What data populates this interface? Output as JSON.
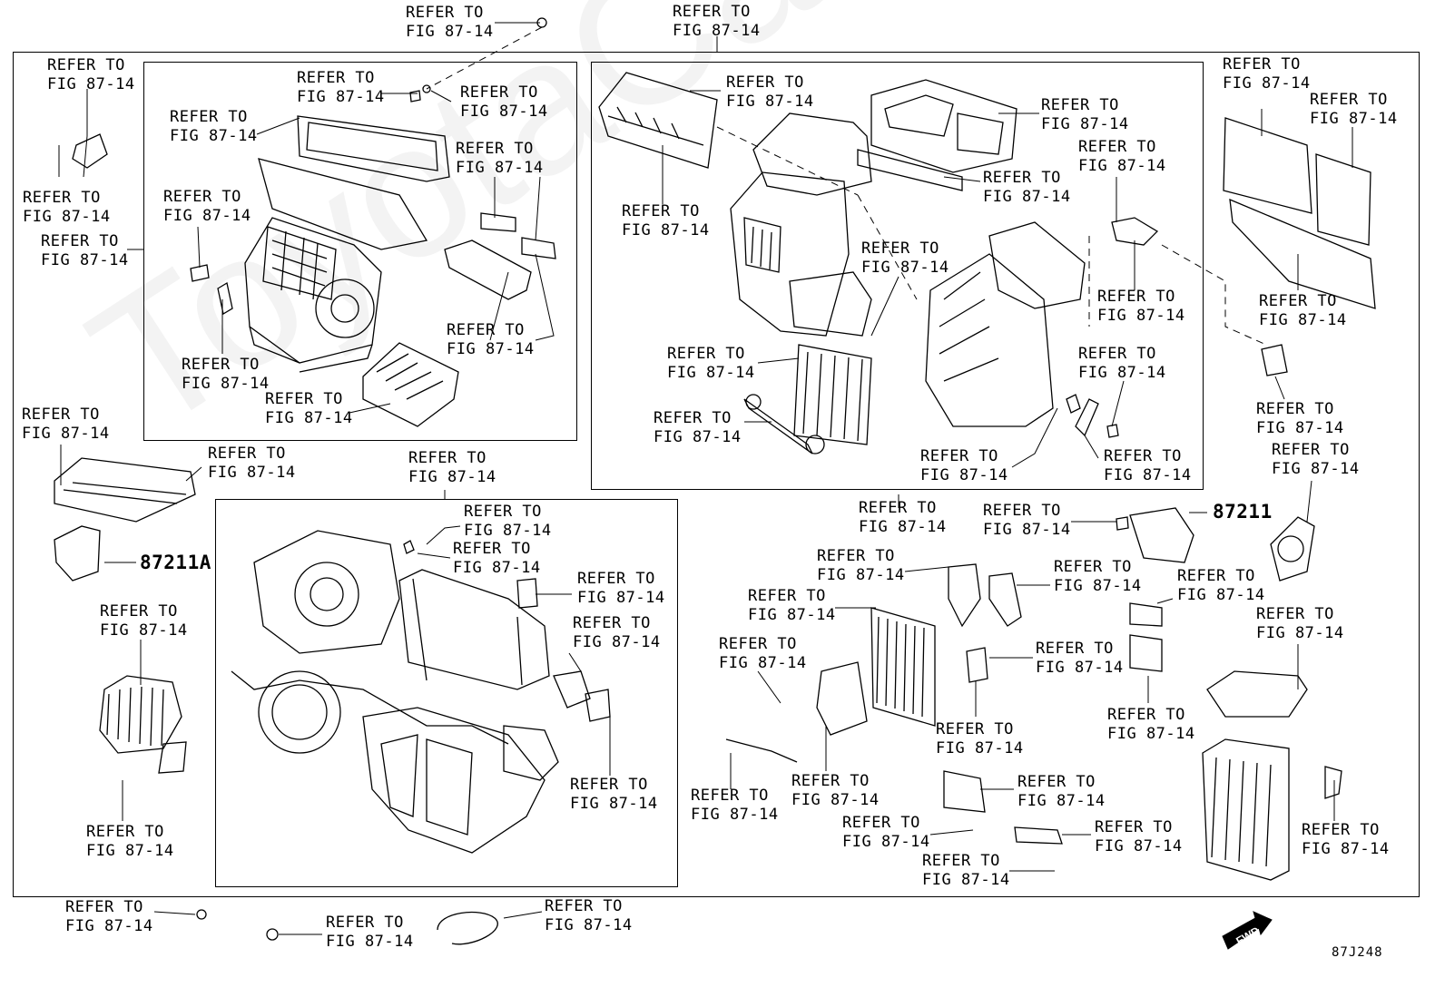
{
  "diagram": {
    "refer_line1": "REFER TO",
    "refer_line2": "FIG 87-14",
    "part_numbers": {
      "blower_case_label": "87211A",
      "duct_label": "87211"
    },
    "fwd_marker": "FWD",
    "illustration_code": "87J248",
    "watermark": "ToyotaCarParts.ru"
  }
}
